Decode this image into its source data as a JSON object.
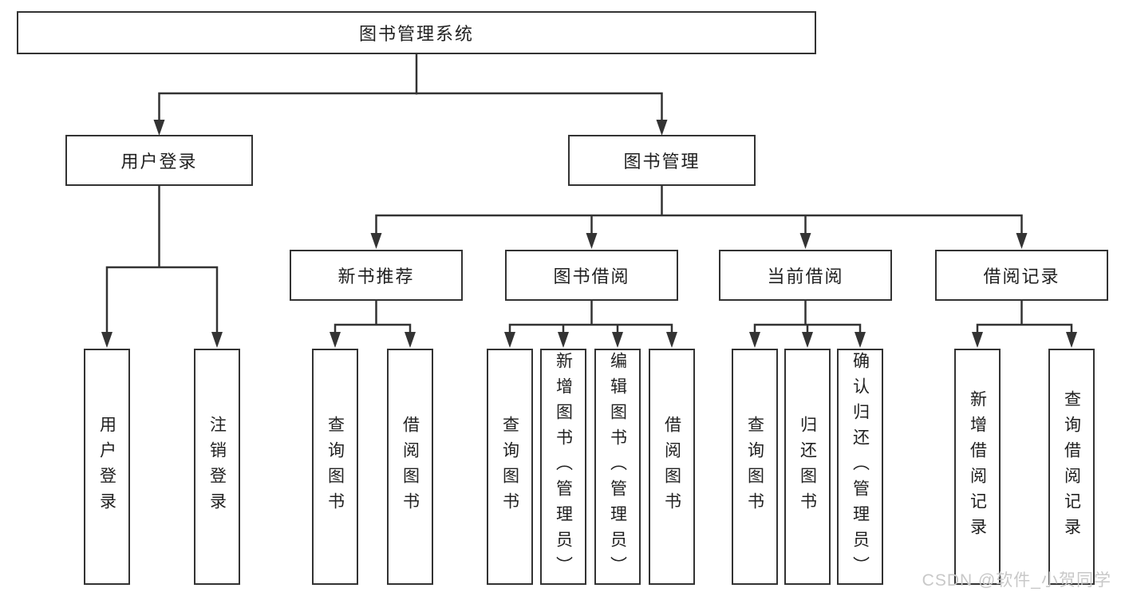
{
  "diagram": {
    "root": {
      "label": "图书管理系统"
    },
    "level2": [
      {
        "label": "用户登录"
      },
      {
        "label": "图书管理"
      }
    ],
    "level3": [
      {
        "label": "新书推荐"
      },
      {
        "label": "图书借阅"
      },
      {
        "label": "当前借阅"
      },
      {
        "label": "借阅记录"
      }
    ],
    "leaves": {
      "login": [
        {
          "label": "用户登录"
        },
        {
          "label": "注销登录"
        }
      ],
      "recommend": [
        {
          "label": "查询图书"
        },
        {
          "label": "借阅图书"
        }
      ],
      "borrow": [
        {
          "label": "查询图书"
        },
        {
          "label": "新增图书（管理员）"
        },
        {
          "label": "编辑图书（管理员）"
        },
        {
          "label": "借阅图书"
        }
      ],
      "current": [
        {
          "label": "查询图书"
        },
        {
          "label": "归还图书"
        },
        {
          "label": "确认归还（管理员）"
        }
      ],
      "records": [
        {
          "label": "新增借阅记录"
        },
        {
          "label": "查询借阅记录"
        }
      ]
    }
  },
  "watermark": {
    "text": "CSDN @软件_小贺同学"
  },
  "colors": {
    "line": "#333333",
    "text": "#212121",
    "box_background": "#ffffff",
    "watermark": "#c8c8c8"
  }
}
